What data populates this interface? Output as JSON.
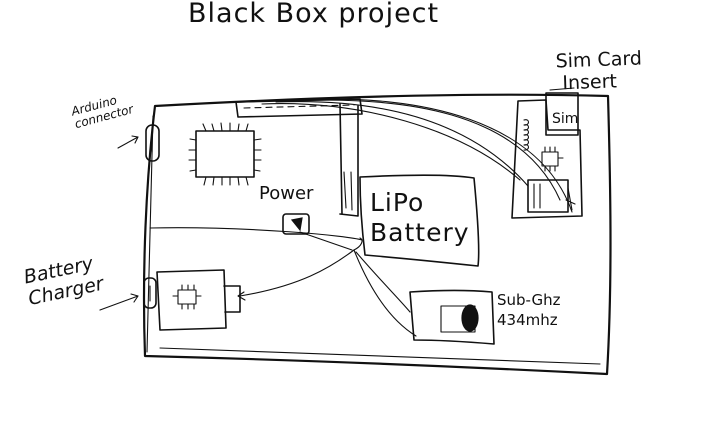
{
  "title": "Black Box project",
  "labels": {
    "sim_card_insert": "Sim Card\n Insert",
    "arduino_connector": "Arduino\nconnector",
    "sim": "Sim",
    "power": "Power",
    "lipo_battery": "LiPo\nBattery",
    "battery_charger": "Battery\nCharger",
    "subghz": "Sub-Ghz\n434mhz"
  },
  "colors": {
    "ink": "#111111",
    "paper": "#ffffff"
  }
}
